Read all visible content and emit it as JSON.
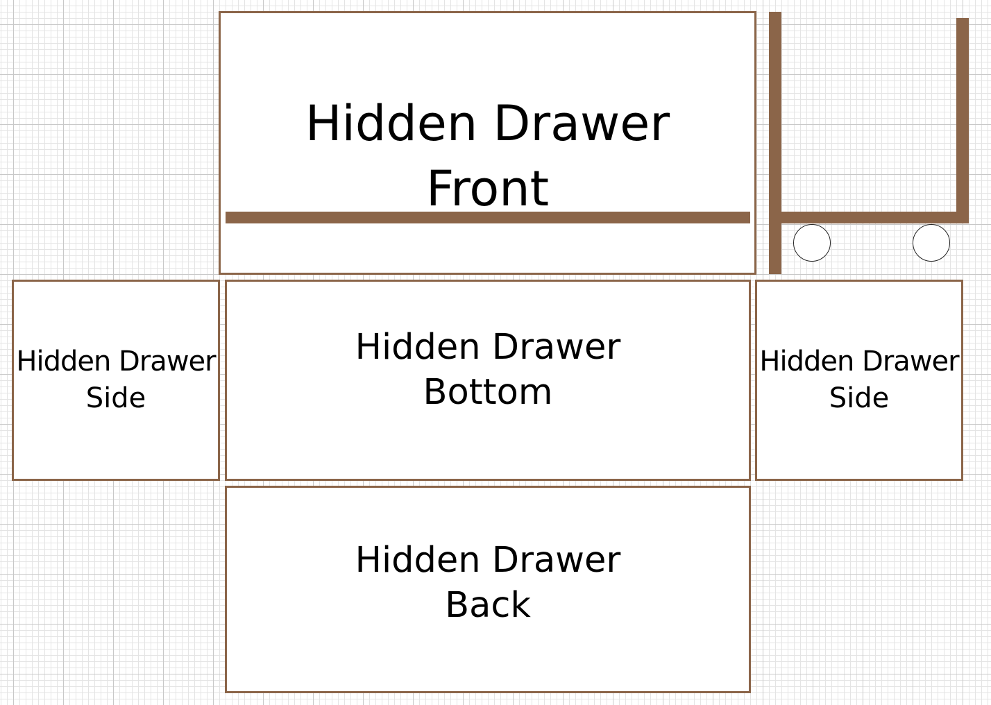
{
  "colors": {
    "wood": "#8b6549",
    "grid_major": "#c8c8c8",
    "grid_minor": "#e4e4e4"
  },
  "panels": {
    "front": {
      "line1": "Hidden Drawer",
      "line2": "Front"
    },
    "side_left": {
      "line1": "Hidden Drawer",
      "line2": "Side"
    },
    "bottom": {
      "line1": "Hidden Drawer",
      "line2": "Bottom"
    },
    "side_right": {
      "line1": "Hidden Drawer",
      "line2": "Side"
    },
    "back": {
      "line1": "Hidden Drawer",
      "line2": "Back"
    }
  }
}
